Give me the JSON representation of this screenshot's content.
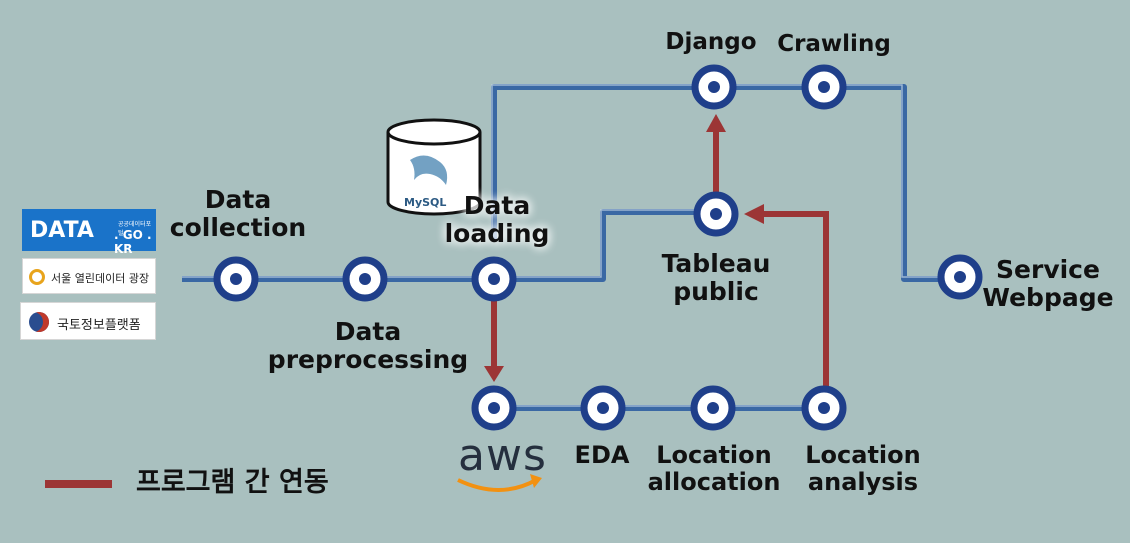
{
  "nodes": {
    "data_collection": "Data\ncollection",
    "data_preprocessing": "Data\npreprocessing",
    "data_loading": "Data\nloading",
    "django": "Django",
    "crawling": "Crawling",
    "tableau_public": "Tableau\npublic",
    "service_webpage": "Service\nWebpage",
    "eda": "EDA",
    "location_allocation": "Location\nallocation",
    "location_analysis": "Location\nanalysis"
  },
  "sources": {
    "data_go_kr_main": "DATA",
    "data_go_kr_small": "공공데이터포털",
    "data_go_kr_domain": ". GO . KR",
    "seoul_open_data": "서울 열린데이터 광장",
    "national_platform": "국토정보플랫폼"
  },
  "mysql_label": "MySQL",
  "aws_label": "aws",
  "legend": {
    "label": "프로그램 간 연동",
    "color": "#9c3535"
  },
  "colors": {
    "background": "#a9c0bf",
    "line": "#3a68a4",
    "node_ring": "#1f3f8a",
    "arrow": "#9c3535",
    "data_go_kr_blue": "#1a73c9"
  }
}
